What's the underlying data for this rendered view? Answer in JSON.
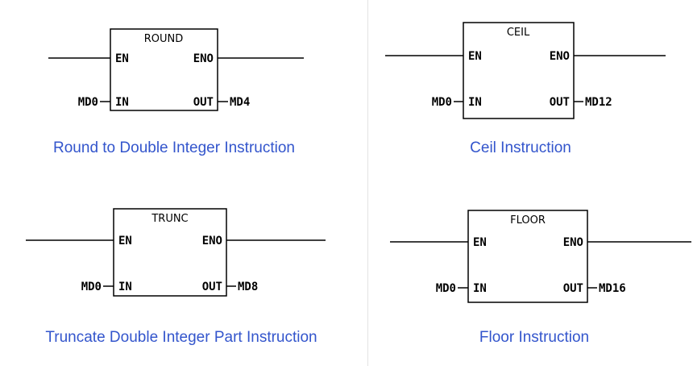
{
  "blocks": [
    {
      "title": "ROUND",
      "en": "EN",
      "eno": "ENO",
      "in": "IN",
      "out": "OUT",
      "input": "MD0",
      "output": "MD4",
      "caption": "Round to Double Integer Instruction"
    },
    {
      "title": "CEIL",
      "en": "EN",
      "eno": "ENO",
      "in": "IN",
      "out": "OUT",
      "input": "MD0",
      "output": "MD12",
      "caption": "Ceil Instruction"
    },
    {
      "title": "TRUNC",
      "en": "EN",
      "eno": "ENO",
      "in": "IN",
      "out": "OUT",
      "input": "MD0",
      "output": "MD8",
      "caption": "Truncate Double Integer Part Instruction"
    },
    {
      "title": "FLOOR",
      "en": "EN",
      "eno": "ENO",
      "in": "IN",
      "out": "OUT",
      "input": "MD0",
      "output": "MD16",
      "caption": "Floor Instruction"
    }
  ]
}
